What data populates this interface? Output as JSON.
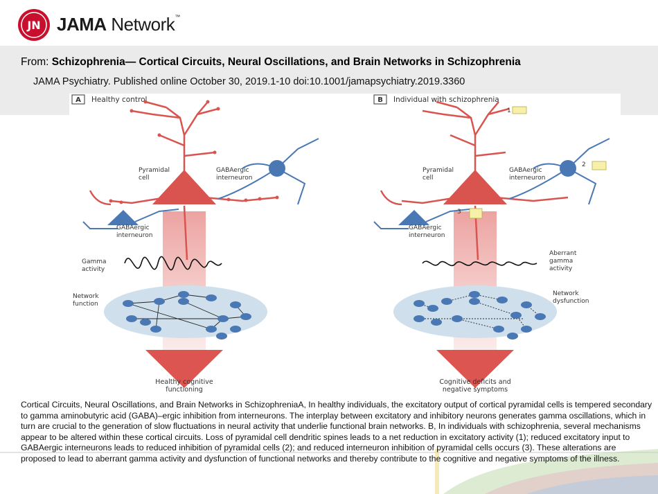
{
  "logo": {
    "brand": "JAMA",
    "suffix": "Network",
    "tm": "™",
    "mark": "JN"
  },
  "from_label": "From:",
  "article_title": "Schizophrenia— Cortical Circuits, Neural Oscillations, and Brain Networks in Schizophrenia",
  "citation": "JAMA Psychiatry. Published online  October 30, 2019.1-10 doi:10.1001/jamapsychiatry.2019.3360",
  "figure": {
    "panel_a": {
      "letter": "A",
      "title": "Healthy control"
    },
    "panel_b": {
      "letter": "B",
      "title": "Individual with schizophrenia"
    },
    "labels": {
      "pyramidal_1": "Pyramidal",
      "pyramidal_2": "cell",
      "gaba_1": "GABAergic",
      "gaba_2": "interneuron",
      "gamma_1": "Gamma",
      "gamma_2": "activity",
      "aberrant_1": "Aberrant",
      "aberrant_2": "gamma",
      "aberrant_3": "activity",
      "network_1": "Network",
      "network_2": "function",
      "dysfunction_1": "Network",
      "dysfunction_2": "dysfunction",
      "healthy_1": "Healthy cognitive",
      "healthy_2": "functioning",
      "deficit_1": "Cognitive deficits and",
      "deficit_2": "negative symptoms",
      "marker_1": "1",
      "marker_2": "2",
      "marker_3": "3"
    }
  },
  "caption": "Cortical Circuits, Neural Oscillations, and Brain Networks in SchizophreniaA, In healthy individuals, the excitatory output of cortical pyramidal cells is tempered secondary to gamma aminobutyric acid (GABA)–ergic inhibition from interneurons. The interplay between excitatory and inhibitory neurons generates gamma oscillations, which in turn are crucial to the generation of slow fluctuations in neural activity that underlie functional brain networks. B, In individuals with schizophrenia, several mechanisms appear to be altered within these cortical circuits. Loss of pyramidal cell dendritic spines leads to a net reduction in excitatory activity (1); reduced excitatory input to GABAergic interneurons leads to reduced inhibition of pyramidal cells (2); and reduced interneuron inhibition of pyramidal cells occurs (3). These alterations are proposed to lead to aberrant gamma activity and dysfunction of functional networks and thereby contribute to the cognitive and negative symptoms of the illness.",
  "colors": {
    "brand_red": "#c8102e",
    "neuron_red": "#d9534f",
    "neuron_blue": "#4a78b5",
    "brain_blue": "#cfe0ec"
  }
}
